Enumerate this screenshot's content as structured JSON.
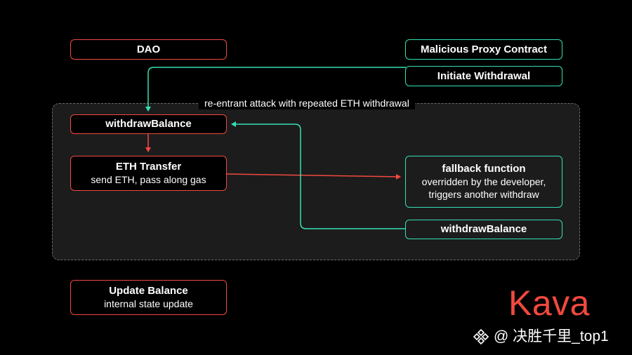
{
  "diagram": {
    "region_label": "re-entrant attack with repeated ETH withdrawal",
    "dao": {
      "title": "DAO"
    },
    "proxy": {
      "title": "Malicious Proxy Contract"
    },
    "initiate": {
      "title": "Initiate Withdrawal"
    },
    "withdraw_left": {
      "title": "withdrawBalance"
    },
    "eth_transfer": {
      "title": "ETH Transfer",
      "subtitle": "send ETH, pass along gas"
    },
    "fallback": {
      "title": "fallback function",
      "line1": "overridden by the developer,",
      "line2": "triggers another withdraw"
    },
    "withdraw_right": {
      "title": "withdrawBalance"
    },
    "update": {
      "title": "Update Balance",
      "subtitle": "internal state update"
    },
    "colors": {
      "red": "#f1493f",
      "teal": "#35e0b4",
      "region_fill": "#1c1c1c",
      "region_border": "#6a6a6a"
    }
  },
  "brand": {
    "logo_text": "Kava"
  },
  "watermark": {
    "text": "@ 决胜千里_top1",
    "icon": "binance-diamond-icon"
  }
}
